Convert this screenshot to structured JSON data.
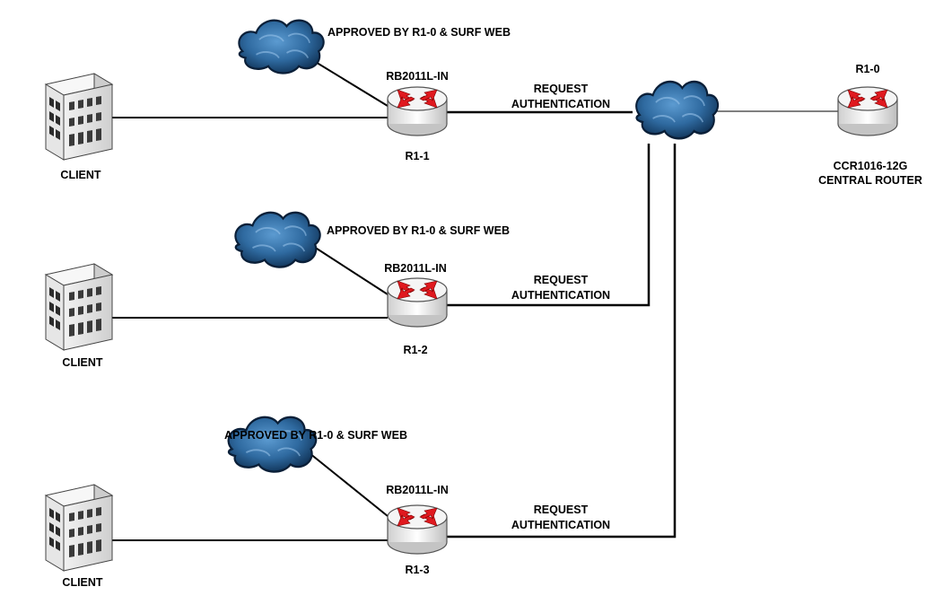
{
  "central": {
    "name": "R1-0",
    "model": "CCR1016-12G",
    "role": "CENTRAL ROUTER"
  },
  "branches": [
    {
      "approved_text": "APPROVED BY R1-0 & SURF WEB",
      "router_model": "RB2011L-IN",
      "router_name": "R1-1",
      "link_line1": "REQUEST",
      "link_line2": "AUTHENTICATION",
      "client_label": "CLIENT"
    },
    {
      "approved_text": "APPROVED BY R1-0 & SURF WEB",
      "router_model": "RB2011L-IN",
      "router_name": "R1-2",
      "link_line1": "REQUEST",
      "link_line2": "AUTHENTICATION",
      "client_label": "CLIENT"
    },
    {
      "approved_text": "APPROVED BY R1-0 & SURF WEB",
      "router_model": "RB2011L-IN",
      "router_name": "R1-3",
      "link_line1": "REQUEST",
      "link_line2": "AUTHENTICATION",
      "client_label": "CLIENT"
    }
  ]
}
